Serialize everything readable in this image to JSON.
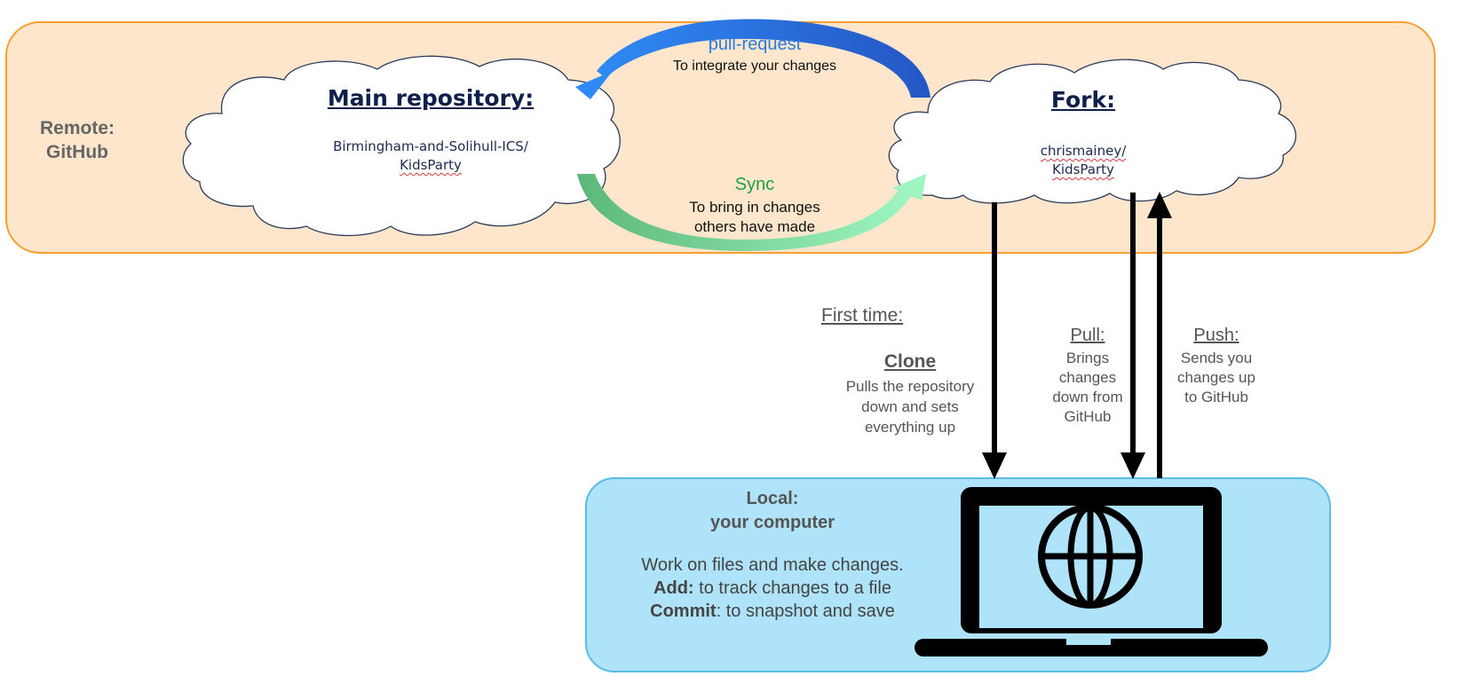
{
  "remote": {
    "label_line1": "Remote:",
    "label_line2": "GitHub"
  },
  "main_repo": {
    "title": "Main repository:",
    "line1": "Birmingham-and-Solihull-ICS/",
    "line2": "KidsParty"
  },
  "fork": {
    "title": "Fork:",
    "line1": "chrismainey/",
    "line2": "KidsParty"
  },
  "pull_request": {
    "title": "pull-request",
    "desc": "To integrate your changes"
  },
  "sync": {
    "title": "Sync",
    "desc_line1": "To bring in changes",
    "desc_line2": "others have made"
  },
  "clone": {
    "first_time": "First time:",
    "title": "Clone",
    "desc_line1": "Pulls the repository",
    "desc_line2": "down and sets",
    "desc_line3": "everything up"
  },
  "pull": {
    "title": "Pull:",
    "desc_line1": "Brings",
    "desc_line2": "changes",
    "desc_line3": "down from",
    "desc_line4": "GitHub"
  },
  "push": {
    "title": "Push:",
    "desc_line1": "Sends you",
    "desc_line2": "changes up",
    "desc_line3": "to GitHub"
  },
  "local": {
    "label_line1": "Local:",
    "label_line2": "your computer",
    "desc_line1": "Work on files and make changes.",
    "add_label": "Add:",
    "add_text": " to track changes to a file",
    "commit_label": "Commit",
    "commit_text": ": to snapshot and save"
  },
  "icons": {
    "computer": "laptop-globe-icon"
  },
  "colors": {
    "remote_fill": "#fde6cc",
    "remote_border": "#f5a030",
    "local_fill": "#aee3f9",
    "local_border": "#5bbde6",
    "pull_request_arrow": "#2b7be0",
    "sync_arrow": "#7ad49a"
  }
}
